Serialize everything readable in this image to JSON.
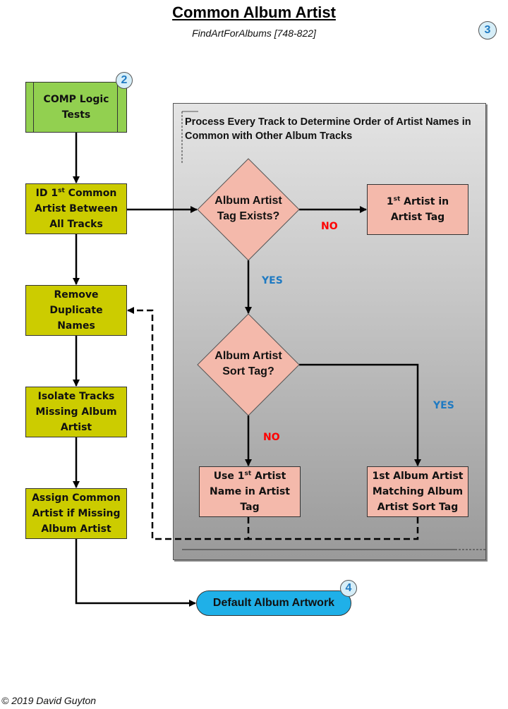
{
  "header": {
    "title": "Common Album Artist",
    "subtitle": "FindArtForAlbums [748-822]",
    "page_badge": "3"
  },
  "left_column": {
    "comp_logic": {
      "label": "COMP Logic Tests",
      "badge": "2"
    },
    "id_common": {
      "pre": "ID 1",
      "sup": "st",
      "post": " Common Artist Between All Tracks"
    },
    "remove_duplicates": {
      "label": "Remove Duplicate Names"
    },
    "isolate_tracks": {
      "label": "Isolate Tracks Missing Album Artist"
    },
    "assign_common": {
      "label": "Assign Common Artist if Missing Album Artist"
    }
  },
  "panel": {
    "title": "Process Every Track to Determine Order of Artist Names in Common with Other Album Tracks",
    "decision1": {
      "line1": "Album Artist",
      "line2": "Tag Exists?"
    },
    "decision1_no_label": "NO",
    "decision1_yes_label": "YES",
    "first_artist_box": {
      "pre": "1",
      "sup": "st",
      "post": " Artist in Artist Tag"
    },
    "decision2": {
      "line1": "Album Artist",
      "line2": "Sort Tag?"
    },
    "decision2_no_label": "NO",
    "decision2_yes_label": "YES",
    "use_first_artist_box": {
      "pre": "Use 1",
      "sup": "st",
      "post": " Artist Name in Artist Tag"
    },
    "album_artist_match_box": {
      "label": "1st Album Artist Matching Album Artist Sort Tag"
    }
  },
  "terminal": {
    "label": "Default Album Artwork",
    "badge": "4"
  },
  "footer": {
    "copyright": "© 2019 David Guyton"
  },
  "colors": {
    "olive": "#cccc00",
    "salmon": "#f4b9ab",
    "green": "#92d050",
    "terminal_blue": "#1fb0e8",
    "no_red": "#ff0000",
    "yes_blue": "#1f7ac2"
  }
}
